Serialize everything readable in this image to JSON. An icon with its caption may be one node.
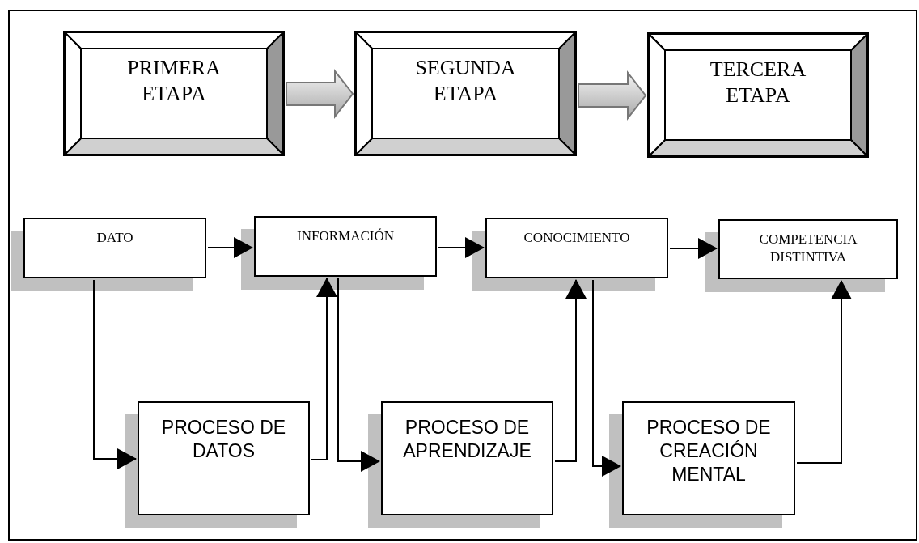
{
  "diagram": {
    "nodes": [
      {
        "text": [
          "PRIMERA ETAPA"
        ]
      },
      {
        "text": [
          "SEGUNDA ETAPA"
        ]
      },
      {
        "text": [
          "TERCERA ETAPA"
        ]
      },
      {
        "text": [
          "DATO"
        ]
      },
      {
        "text": [
          "INFORMACIÓN"
        ]
      },
      {
        "text": [
          "CONOCIMIENTO"
        ]
      },
      {
        "text": [
          "COMPETENCIA DISTINTIVA"
        ]
      },
      {
        "text": [
          "PROCESO DE DATOS"
        ]
      },
      {
        "text": [
          "PROCESO DE APRENDIZAJE"
        ]
      },
      {
        "text": [
          "PROCESO DE CREACIÓN MENTAL"
        ]
      }
    ],
    "edges": [
      {
        "from": 0,
        "to": 1,
        "arrow": "to",
        "style": "thick"
      },
      {
        "from": 1,
        "to": 2,
        "arrow": "to",
        "style": "thick"
      },
      {
        "from": 3,
        "to": 4,
        "arrow": "to"
      },
      {
        "from": 4,
        "to": 5,
        "arrow": "to"
      },
      {
        "from": 5,
        "to": 6,
        "arrow": "to"
      },
      {
        "from": 3,
        "to": 7,
        "arrow": "to"
      },
      {
        "from": 7,
        "to": 4,
        "arrow": "to"
      },
      {
        "from": 4,
        "to": 8,
        "arrow": "to"
      },
      {
        "from": 8,
        "to": 5,
        "arrow": "to"
      },
      {
        "from": 5,
        "to": 9,
        "arrow": "to"
      },
      {
        "from": 9,
        "to": 6,
        "arrow": "to"
      }
    ]
  }
}
